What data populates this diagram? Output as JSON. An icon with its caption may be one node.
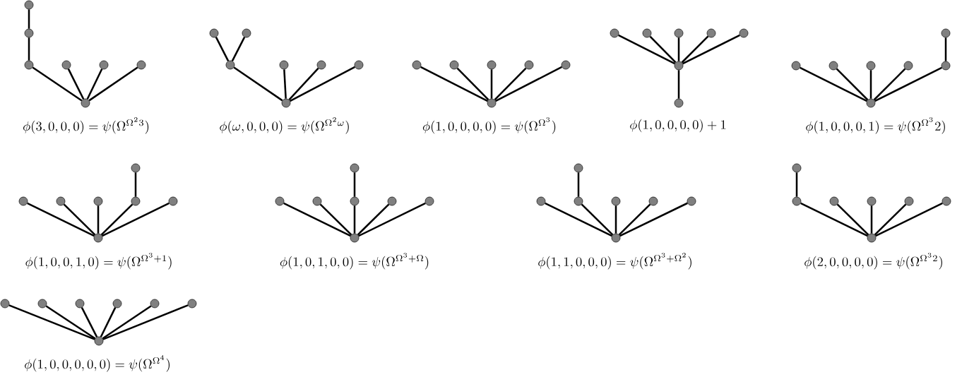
{
  "diagram": {
    "nodes": [
      {
        "text": [],
        "shape": "circle"
      },
      {
        "text": [],
        "shape": "circle"
      },
      {
        "text": [],
        "shape": "circle"
      },
      {
        "text": [],
        "shape": "circle"
      },
      {
        "text": [],
        "shape": "circle"
      },
      {
        "text": [],
        "shape": "circle"
      },
      {
        "text": [],
        "shape": "circle"
      },
      {
        "text": [],
        "shape": "circle"
      },
      {
        "text": [],
        "shape": "circle"
      },
      {
        "text": [],
        "shape": "circle"
      },
      {
        "text": [],
        "shape": "circle"
      },
      {
        "text": [],
        "shape": "circle"
      },
      {
        "text": [],
        "shape": "circle"
      },
      {
        "text": [],
        "shape": "circle"
      },
      {
        "text": [],
        "shape": "circle"
      },
      {
        "text": [],
        "shape": "circle"
      },
      {
        "text": [],
        "shape": "circle"
      },
      {
        "text": [],
        "shape": "circle"
      },
      {
        "text": [],
        "shape": "circle"
      },
      {
        "text": [],
        "shape": "circle"
      },
      {
        "text": [],
        "shape": "circle"
      },
      {
        "text": [],
        "shape": "circle"
      },
      {
        "text": [],
        "shape": "circle"
      },
      {
        "text": [],
        "shape": "circle"
      },
      {
        "text": [],
        "shape": "circle"
      },
      {
        "text": [],
        "shape": "circle"
      },
      {
        "text": [],
        "shape": "circle"
      },
      {
        "text": [],
        "shape": "circle"
      },
      {
        "text": [],
        "shape": "circle"
      },
      {
        "text": [],
        "shape": "circle"
      },
      {
        "text": [],
        "shape": "circle"
      },
      {
        "text": [],
        "shape": "circle"
      },
      {
        "text": [],
        "shape": "circle"
      },
      {
        "text": [],
        "shape": "circle"
      },
      {
        "text": [],
        "shape": "circle"
      },
      {
        "text": [],
        "shape": "circle"
      },
      {
        "text": [],
        "shape": "circle"
      },
      {
        "text": [],
        "shape": "circle"
      },
      {
        "text": [],
        "shape": "circle"
      },
      {
        "text": [],
        "shape": "circle"
      },
      {
        "text": [],
        "shape": "circle"
      },
      {
        "text": [],
        "shape": "circle"
      },
      {
        "text": [],
        "shape": "circle"
      },
      {
        "text": [],
        "shape": "circle"
      },
      {
        "text": [],
        "shape": "circle"
      },
      {
        "text": [],
        "shape": "circle"
      },
      {
        "text": [],
        "shape": "circle"
      },
      {
        "text": [],
        "shape": "circle"
      },
      {
        "text": [],
        "shape": "circle"
      },
      {
        "text": [],
        "shape": "circle"
      },
      {
        "text": [],
        "shape": "circle"
      },
      {
        "text": [],
        "shape": "circle"
      },
      {
        "text": [],
        "shape": "circle"
      },
      {
        "text": [],
        "shape": "circle"
      },
      {
        "text": [],
        "shape": "circle"
      },
      {
        "text": [],
        "shape": "circle"
      },
      {
        "text": [],
        "shape": "circle"
      },
      {
        "text": [],
        "shape": "circle"
      },
      {
        "text": [],
        "shape": "circle"
      },
      {
        "text": [],
        "shape": "circle"
      },
      {
        "text": [],
        "shape": "circle"
      },
      {
        "text": [],
        "shape": "circle"
      },
      {
        "text": [],
        "shape": "circle"
      },
      {
        "text": [],
        "shape": "circle"
      },
      {
        "text": [],
        "shape": "circle"
      },
      {
        "text": [],
        "shape": "circle"
      },
      {
        "text": [],
        "shape": "circle"
      },
      {
        "text": [],
        "shape": "circle"
      },
      {
        "text": [],
        "shape": "circle"
      }
    ],
    "edges": [
      {
        "from": 6,
        "to": 2,
        "arrow": "none"
      },
      {
        "from": 6,
        "to": 3,
        "arrow": "none"
      },
      {
        "from": 6,
        "to": 4,
        "arrow": "none"
      },
      {
        "from": 6,
        "to": 5,
        "arrow": "none"
      },
      {
        "from": 2,
        "to": 1,
        "arrow": "none"
      },
      {
        "from": 1,
        "to": 0,
        "arrow": "none"
      },
      {
        "from": 13,
        "to": 9,
        "arrow": "none"
      },
      {
        "from": 13,
        "to": 10,
        "arrow": "none"
      },
      {
        "from": 13,
        "to": 11,
        "arrow": "none"
      },
      {
        "from": 13,
        "to": 12,
        "arrow": "none"
      },
      {
        "from": 9,
        "to": 7,
        "arrow": "none"
      },
      {
        "from": 9,
        "to": 8,
        "arrow": "none"
      },
      {
        "from": 19,
        "to": 14,
        "arrow": "none"
      },
      {
        "from": 19,
        "to": 15,
        "arrow": "none"
      },
      {
        "from": 19,
        "to": 16,
        "arrow": "none"
      },
      {
        "from": 19,
        "to": 17,
        "arrow": "none"
      },
      {
        "from": 19,
        "to": 18,
        "arrow": "none"
      },
      {
        "from": 25,
        "to": 20,
        "arrow": "none"
      },
      {
        "from": 25,
        "to": 21,
        "arrow": "none"
      },
      {
        "from": 25,
        "to": 22,
        "arrow": "none"
      },
      {
        "from": 25,
        "to": 23,
        "arrow": "none"
      },
      {
        "from": 25,
        "to": 24,
        "arrow": "none"
      },
      {
        "from": 25,
        "to": 26,
        "arrow": "none"
      },
      {
        "from": 33,
        "to": 28,
        "arrow": "none"
      },
      {
        "from": 33,
        "to": 29,
        "arrow": "none"
      },
      {
        "from": 33,
        "to": 30,
        "arrow": "none"
      },
      {
        "from": 33,
        "to": 31,
        "arrow": "none"
      },
      {
        "from": 33,
        "to": 32,
        "arrow": "none"
      },
      {
        "from": 32,
        "to": 27,
        "arrow": "none"
      },
      {
        "from": 40,
        "to": 35,
        "arrow": "none"
      },
      {
        "from": 40,
        "to": 36,
        "arrow": "none"
      },
      {
        "from": 40,
        "to": 37,
        "arrow": "none"
      },
      {
        "from": 40,
        "to": 38,
        "arrow": "none"
      },
      {
        "from": 40,
        "to": 39,
        "arrow": "none"
      },
      {
        "from": 38,
        "to": 34,
        "arrow": "none"
      },
      {
        "from": 47,
        "to": 42,
        "arrow": "none"
      },
      {
        "from": 47,
        "to": 43,
        "arrow": "none"
      },
      {
        "from": 47,
        "to": 44,
        "arrow": "none"
      },
      {
        "from": 47,
        "to": 45,
        "arrow": "none"
      },
      {
        "from": 47,
        "to": 46,
        "arrow": "none"
      },
      {
        "from": 44,
        "to": 41,
        "arrow": "none"
      },
      {
        "from": 54,
        "to": 49,
        "arrow": "none"
      },
      {
        "from": 54,
        "to": 50,
        "arrow": "none"
      },
      {
        "from": 54,
        "to": 51,
        "arrow": "none"
      },
      {
        "from": 54,
        "to": 52,
        "arrow": "none"
      },
      {
        "from": 54,
        "to": 53,
        "arrow": "none"
      },
      {
        "from": 50,
        "to": 48,
        "arrow": "none"
      },
      {
        "from": 61,
        "to": 56,
        "arrow": "none"
      },
      {
        "from": 61,
        "to": 57,
        "arrow": "none"
      },
      {
        "from": 61,
        "to": 58,
        "arrow": "none"
      },
      {
        "from": 61,
        "to": 59,
        "arrow": "none"
      },
      {
        "from": 61,
        "to": 60,
        "arrow": "none"
      },
      {
        "from": 56,
        "to": 55,
        "arrow": "none"
      },
      {
        "from": 68,
        "to": 62,
        "arrow": "none"
      },
      {
        "from": 68,
        "to": 63,
        "arrow": "none"
      },
      {
        "from": 68,
        "to": 64,
        "arrow": "none"
      },
      {
        "from": 68,
        "to": 65,
        "arrow": "none"
      },
      {
        "from": 68,
        "to": 66,
        "arrow": "none"
      },
      {
        "from": 68,
        "to": 67,
        "arrow": "none"
      }
    ],
    "labels": [
      "\\phi(3,0,0,0) = \\psi(\\Omega^{\\Omega^2 3})",
      "\\phi(\\omega,0,0,0) = \\psi(\\Omega^{\\Omega^2 \\omega})",
      "\\phi(1,0,0,0,0) = \\psi(\\Omega^{\\Omega^3})",
      "\\phi(1,0,0,0,0) + 1",
      "\\phi(1,0,0,0,1) = \\psi(\\Omega^{\\Omega^3} 2)",
      "\\phi(1,0,0,1,0) = \\psi(\\Omega^{\\Omega^3+1})",
      "\\phi(1,0,1,0,0) = \\psi(\\Omega^{\\Omega^3+\\Omega})",
      "\\phi(1,1,0,0,0) = \\psi(\\Omega^{\\Omega^3+\\Omega^2})",
      "\\phi(2,0,0,0,0) = \\psi(\\Omega^{\\Omega^3 2})",
      "\\phi(1,0,0,0,0,0) = \\psi(\\Omega^{\\Omega^4})"
    ]
  }
}
